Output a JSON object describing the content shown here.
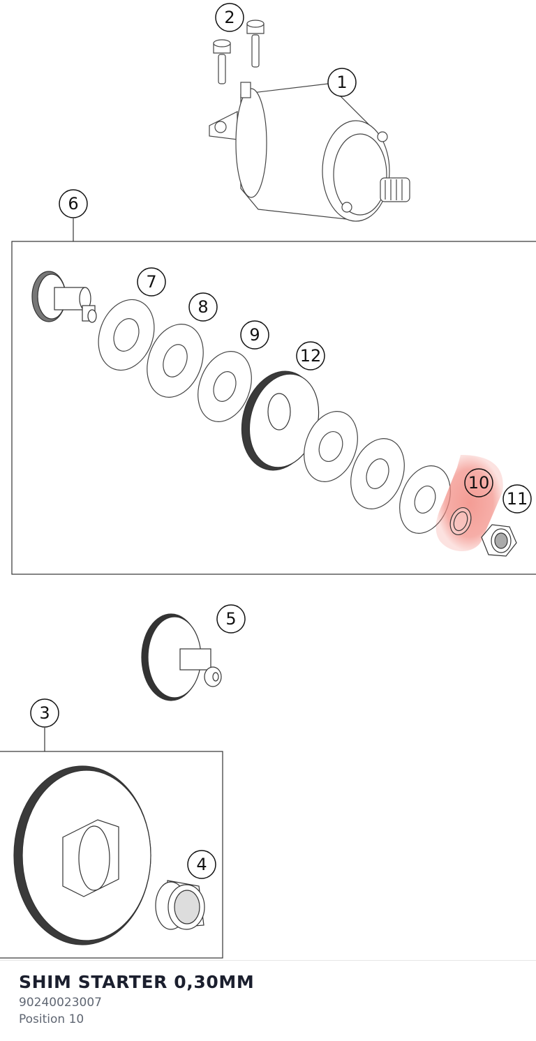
{
  "diagram": {
    "callouts": [
      "1",
      "2",
      "3",
      "4",
      "5",
      "6",
      "7",
      "8",
      "9",
      "10",
      "11",
      "12"
    ],
    "highlighted_position": "10",
    "highlight_color": "#f28b82"
  },
  "part": {
    "title": "SHIM STARTER 0,30MM",
    "number": "90240023007",
    "position": "Position 10"
  }
}
